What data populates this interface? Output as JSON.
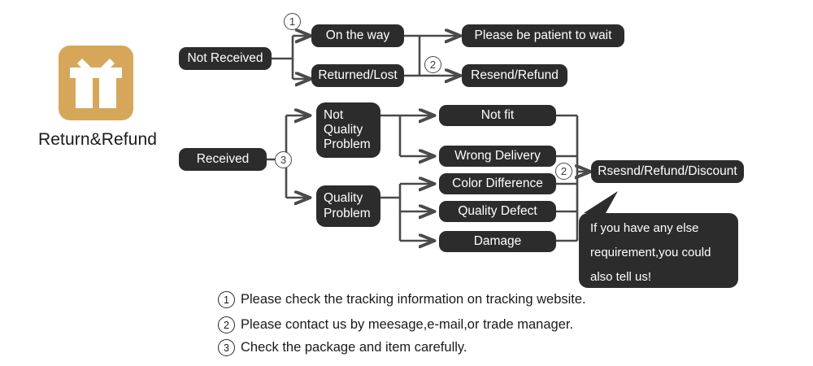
{
  "logo": {
    "icon": "gift-icon",
    "caption": "Return&Refund",
    "tile_color": "#d6a75a"
  },
  "theme": {
    "pill_bg": "#2c2c2c",
    "pill_text": "#ffffff",
    "line_color": "#4a4a4a",
    "page_bg": "#ffffff"
  },
  "nodes": {
    "not_received": "Not Received",
    "on_the_way": "On the way",
    "returned_lost": "Returned/Lost",
    "please_wait": "Please be patient to wait",
    "resend_refund": "Resend/Refund",
    "received": "Received",
    "not_quality_problem": "Not\nQuality\nProblem",
    "quality_problem": "Quality\nProblem",
    "not_fit": "Not fit",
    "wrong_delivery": "Wrong Delivery",
    "color_difference": "Color Difference",
    "quality_defect": "Quality Defect",
    "damage": "Damage",
    "final": "Rsesnd/Refund/Discount"
  },
  "markers": {
    "m1": "1",
    "m2_top": "2",
    "m3": "3",
    "m2_bottom": "2"
  },
  "bubble": {
    "text": "If you have any else requirement,you could also tell us!"
  },
  "footnotes": [
    {
      "mark": "1",
      "text": "Please check the tracking information on tracking website."
    },
    {
      "mark": "2",
      "text": "Please contact us by meesage,e-mail,or trade manager."
    },
    {
      "mark": "3",
      "text": "Check the package and item carefully."
    }
  ]
}
